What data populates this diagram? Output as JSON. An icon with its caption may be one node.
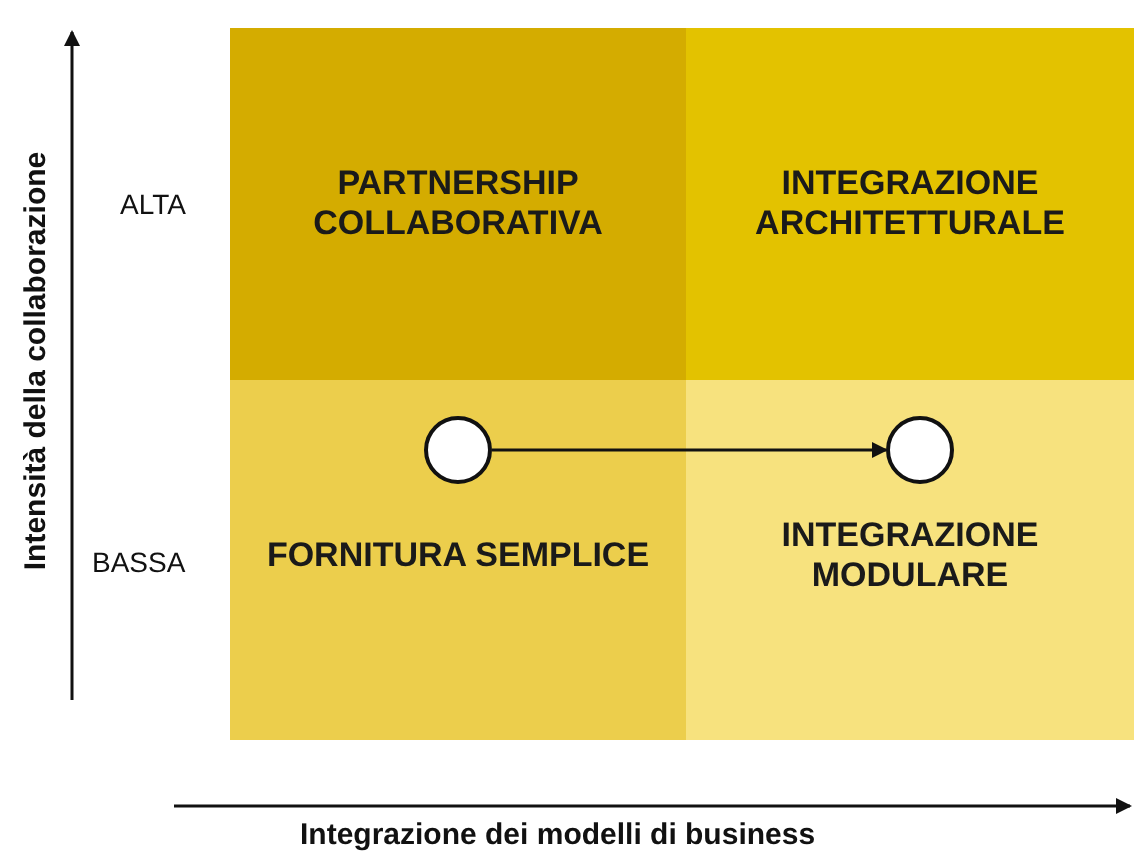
{
  "diagram": {
    "nodes": [
      {
        "text": [
          "PARTNERSHIP COLLABORATIVA"
        ]
      },
      {
        "text": [
          "INTEGRAZIONE ARCHITETTURALE"
        ]
      },
      {
        "text": [
          "FORNITURA SEMPLICE"
        ]
      },
      {
        "text": [
          "INTEGRAZIONE MODULARE"
        ]
      },
      {
        "text": [],
        "shape": "circle",
        "in": 2
      },
      {
        "text": [],
        "shape": "circle",
        "in": 3
      }
    ],
    "edges": [
      {
        "from": 4,
        "to": 5,
        "arrow": "to"
      }
    ],
    "labels": [
      "Intensità della collaborazione",
      "ALTA",
      "BASSA",
      "Integrazione dei modelli di business"
    ]
  }
}
